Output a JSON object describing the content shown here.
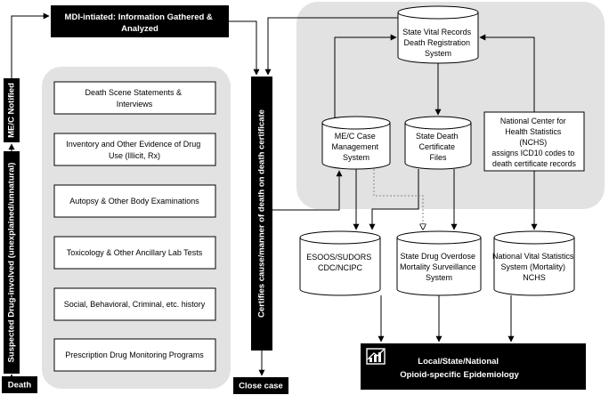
{
  "colors": {
    "panel": "#e2e2e2",
    "dark_box": "#000000",
    "line": "#000000",
    "dotted": "#888888"
  },
  "nodes": {
    "death": "Death",
    "suspected": "Suspected Drug-involved (unexplained/unnatural)",
    "me_c_notified": "ME/C Notified",
    "mdi_initiated": [
      "MDI-intiated: Information Gathered &",
      "Analyzed"
    ],
    "certifies": "Certifies cause/manner of death on death certificate",
    "close_case": "Close case",
    "info_items": [
      [
        "Death Scene Statements &",
        "Interviews"
      ],
      [
        "Inventory and Other Evidence of Drug",
        "Use (Illicit, Rx)"
      ],
      [
        "Autopsy & Other Body Examinations"
      ],
      [
        "Toxicology & Other Ancillary Lab Tests"
      ],
      [
        "Social, Behavioral, Criminal, etc. history"
      ],
      [
        "Prescription Drug Monitoring Programs"
      ]
    ],
    "state_vital": [
      "State Vital Records",
      "Death Registration",
      "System"
    ],
    "mec_case": [
      "ME/C Case",
      "Management",
      "System"
    ],
    "state_death": [
      "State Death",
      "Certificate",
      "Files"
    ],
    "nchs": [
      "National Center for",
      "Health Statistics",
      "(NCHS)",
      "assigns ICD10 codes to",
      "death certificate records"
    ],
    "esoos": [
      "ESOOS/SUDORS",
      "CDC/NCIPC"
    ],
    "state_drug": [
      "State Drug Overdose",
      "Mortality Surveillance",
      "System"
    ],
    "nvss": [
      "National Vital Statistics",
      "System (Mortality)",
      "NCHS"
    ],
    "epi": [
      "Local/State/National",
      "Opioid-specific Epidemiology"
    ]
  },
  "icons": {
    "epi_icon": "chart-growth-icon"
  }
}
